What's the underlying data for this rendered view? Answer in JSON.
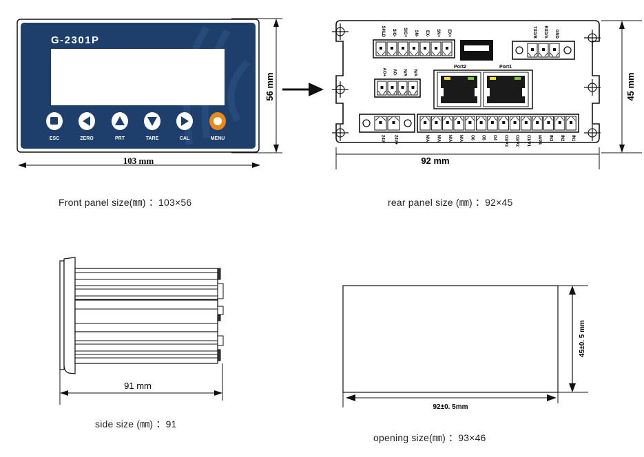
{
  "front_panel": {
    "model": "G-2301P",
    "brand_color": "#1e3f6b",
    "accent_color": "#e8891a",
    "buttons": [
      {
        "label": "ESC",
        "icon": "square-icon"
      },
      {
        "label": "ZERO",
        "icon": "triangle-left-icon"
      },
      {
        "label": "PRT",
        "icon": "triangle-up-icon"
      },
      {
        "label": "TARE",
        "icon": "triangle-down-icon"
      },
      {
        "label": "CAL",
        "icon": "triangle-right-icon"
      },
      {
        "label": "MENU",
        "icon": "circle-icon"
      }
    ],
    "width_dim": "103 mm",
    "height_dim": "56 mm",
    "caption": "Front panel size(㎜) ：103×56"
  },
  "rear_panel": {
    "sensor_terminals": [
      "SHLD",
      "SIG-",
      "SIG+",
      "SN-",
      "EX-",
      "SN+",
      "EX+"
    ],
    "analog_terminals": [
      "AO+",
      "AO-",
      "N/A",
      "N/A"
    ],
    "serial_terminals": [
      "TXD/B",
      "RXD/A",
      "GND"
    ],
    "ports": [
      "Port2",
      "Port1"
    ],
    "power_terminals": [
      "24V-",
      "24V+"
    ],
    "io_terminals": [
      "N/A",
      "N/A",
      "N/A",
      "N/A",
      "O6",
      "O5",
      "O4",
      "O3/P3",
      "O2/P2",
      "O1/P1",
      "I4/P4",
      "IN3",
      "IN2",
      "IN1"
    ],
    "width_dim": "92 mm",
    "height_dim": "45 mm",
    "caption": "rear panel size (㎜) ：92×45",
    "led_yellow": "#f2e21a",
    "led_green": "#7cc242"
  },
  "side": {
    "depth_dim": "91 mm",
    "caption": "side size (㎜) ：91"
  },
  "opening": {
    "width_dim": "92±0. 5mm",
    "height_dim": "45±0. 5 mm",
    "caption": "opening size(㎜) ：93×46"
  }
}
